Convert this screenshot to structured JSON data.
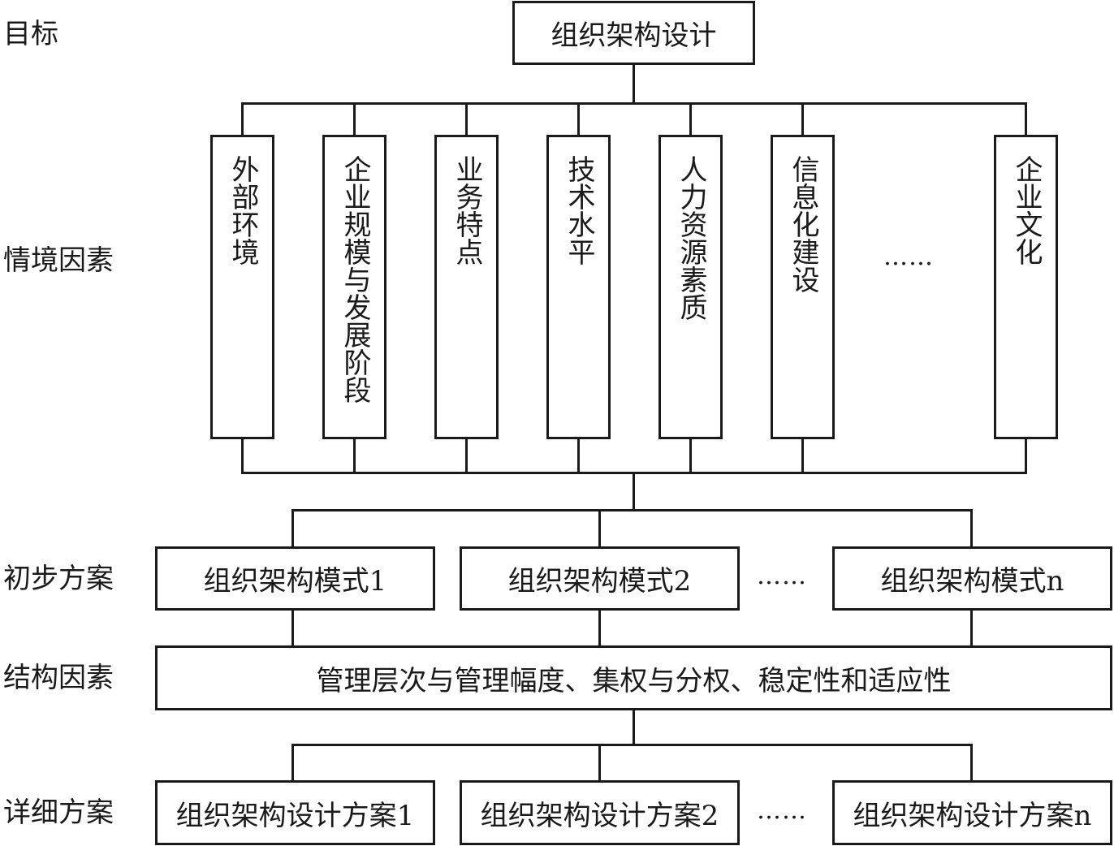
{
  "row_labels": {
    "goal": "目标",
    "situational": "情境因素",
    "preliminary": "初步方案",
    "structural": "结构因素",
    "detailed": "详细方案"
  },
  "goal_box": "组织架构设计",
  "situational_factors": [
    "外部环境",
    "企业规模与发展阶段",
    "业务特点",
    "技术水平",
    "人力资源素质",
    "信息化建设",
    "企业文化"
  ],
  "situational_ellipsis": "……",
  "preliminary_plans": [
    "组织架构模式1",
    "组织架构模式2",
    "组织架构模式n"
  ],
  "preliminary_ellipsis": "……",
  "structural_box": "管理层次与管理幅度、集权与分权、稳定性和适应性",
  "detailed_plans": [
    "组织架构设计方案1",
    "组织架构设计方案2",
    "组织架构设计方案n"
  ],
  "detailed_ellipsis": "……"
}
